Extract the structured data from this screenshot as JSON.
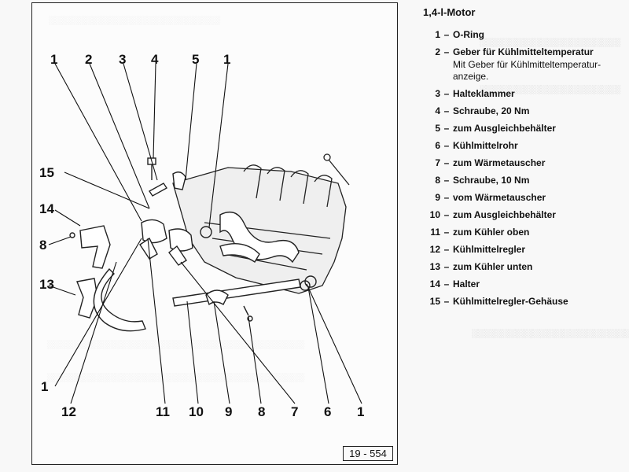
{
  "figure": {
    "id": "19 - 554",
    "callout_numbers": {
      "top": [
        "1",
        "2",
        "3",
        "4",
        "5",
        "1"
      ],
      "left_15": "15",
      "left_14": "14",
      "left_8": "8",
      "left_13": "13",
      "left_1": "1",
      "bottom": [
        "12",
        "11",
        "10",
        "9",
        "8",
        "7",
        "6",
        "1"
      ]
    }
  },
  "legend": {
    "title": "1,4-l-Motor",
    "items": [
      {
        "num": "1",
        "label": "O-Ring",
        "note": ""
      },
      {
        "num": "2",
        "label": "Geber für Kühlmitteltemperatur",
        "note": "Mit Geber für Kühlmitteltemperatur-anzeige."
      },
      {
        "num": "3",
        "label": "Halteklammer",
        "note": ""
      },
      {
        "num": "4",
        "label": "Schraube, 20 Nm",
        "note": ""
      },
      {
        "num": "5",
        "label": "zum Ausgleichbehälter",
        "note": ""
      },
      {
        "num": "6",
        "label": "Kühlmittelrohr",
        "note": ""
      },
      {
        "num": "7",
        "label": "zum Wärmetauscher",
        "note": ""
      },
      {
        "num": "8",
        "label": "Schraube, 10 Nm",
        "note": ""
      },
      {
        "num": "9",
        "label": "vom Wärmetauscher",
        "note": ""
      },
      {
        "num": "10",
        "label": "zum Ausgleichbehälter",
        "note": ""
      },
      {
        "num": "11",
        "label": "zum Kühler oben",
        "note": ""
      },
      {
        "num": "12",
        "label": "Kühlmittelregler",
        "note": ""
      },
      {
        "num": "13",
        "label": "zum Kühler unten",
        "note": ""
      },
      {
        "num": "14",
        "label": "Halter",
        "note": ""
      },
      {
        "num": "15",
        "label": "Kühlmittelregler-Gehäuse",
        "note": ""
      }
    ],
    "dash": "–"
  }
}
